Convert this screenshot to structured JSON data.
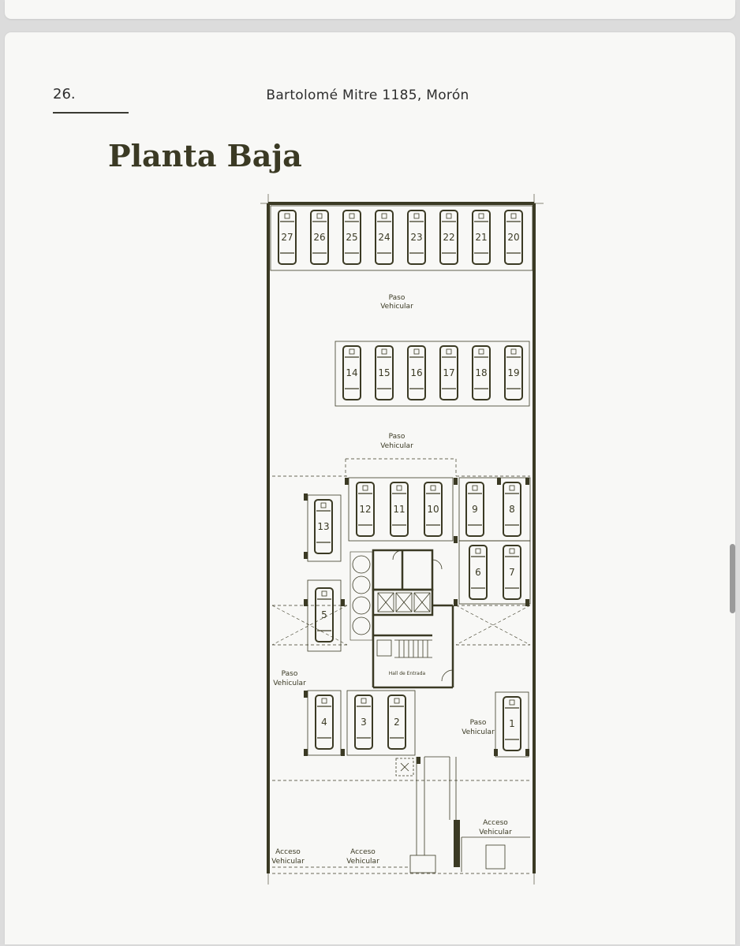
{
  "page": {
    "number": "26.",
    "address": "Bartolomé Mitre 1185, Morón",
    "title": "Planta Baja"
  },
  "plan": {
    "paso_vehicular_word1": "Paso",
    "paso_vehicular_word2": "Vehicular",
    "acceso_vehicular_word1": "Acceso",
    "acceso_vehicular_word2": "Vehicular",
    "hall_label": "Hall de Entrada",
    "paso_labels": [
      {
        "line1": "Paso",
        "line2": "Vehicular"
      },
      {
        "line1": "Paso",
        "line2": "Vehicular"
      },
      {
        "line1": "Paso",
        "line2": "Vehicular"
      },
      {
        "line1": "Paso",
        "line2": "Vehicular"
      }
    ],
    "acceso_labels": [
      {
        "line1": "Acceso",
        "line2": "Vehicular"
      },
      {
        "line1": "Acceso",
        "line2": "Vehicular"
      },
      {
        "line1": "Acceso",
        "line2": "Vehicular"
      }
    ],
    "parking_spots": [
      "1",
      "2",
      "3",
      "4",
      "5",
      "6",
      "7",
      "8",
      "9",
      "10",
      "11",
      "12",
      "13",
      "14",
      "15",
      "16",
      "17",
      "18",
      "19",
      "20",
      "21",
      "22",
      "23",
      "24",
      "25",
      "26",
      "27"
    ]
  },
  "colors": {
    "ink": "#3b3a24",
    "page_bg": "#f8f8f6",
    "viewer_bg": "#dcdcdc"
  }
}
